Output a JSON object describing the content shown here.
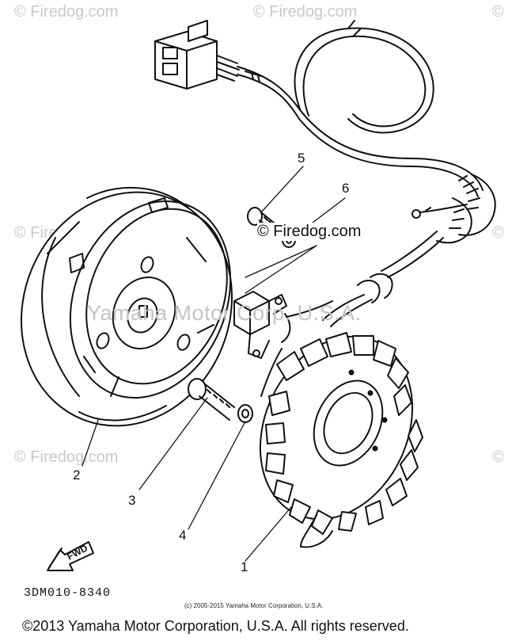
{
  "watermarks": {
    "brand": "© Firedog.com",
    "center": "Yamaha Motor Corp. U.S.A.",
    "mid": "© Firedog.com"
  },
  "callouts": {
    "part1": "1",
    "part2": "2",
    "part3": "3",
    "part4": "4",
    "part5": "5",
    "part6": "6"
  },
  "direction_label": "FWD",
  "drawing_code": "3DM010-8340",
  "small_copyright": "(c) 2005-2015 Yamaha Motor Corporation, U.S.A.",
  "footer_copyright": "©2013 Yamaha Motor Corporation, U.S.A. All rights reserved."
}
